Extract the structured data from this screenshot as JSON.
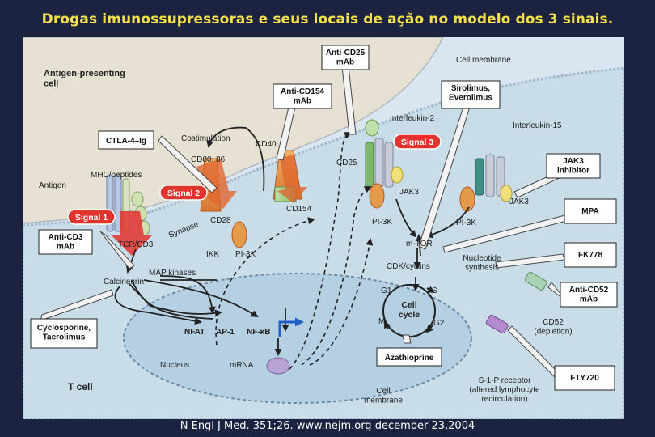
{
  "title": "Drogas imunossupressoras e seus locais de ação no modelo dos 3 sinais.",
  "citation": "N Engl J Med. 351;26. www.nejm.org december 23,2004",
  "colors": {
    "background": "#1c2340",
    "title": "#f4e04a",
    "apc": "#e6e1d2",
    "tcell": "#c9dde9",
    "nucleus": "#b6d0e3",
    "signal": "#e2342e",
    "arrow": "#222222",
    "transcription_arrow": "#1f5fc4"
  },
  "labels": {
    "apc": "Antigen-presenting cell",
    "cell_membrane_top": "Cell membrane",
    "costimulation": "Costimulation",
    "cd40": "CD40",
    "cd80_86": "CD80, 86",
    "mhc": "MHC/peptides",
    "antigen": "Antigen",
    "synapse": "Synapse",
    "cd28": "CD28",
    "tcr_cd3": "TCR/CD3",
    "ikk": "IKK",
    "pi3k_1": "PI-3K",
    "map_kinases": "MAP kinases",
    "calcineurin": "Calcineurin",
    "nfat": "NFAT",
    "ap1": "AP-1",
    "nfkb": "NF-κB",
    "nucleus": "Nucleus",
    "mrna": "mRNA",
    "tcell": "T cell",
    "cd154": "CD154",
    "cd25": "CD25",
    "interleukin2": "Interleukin-2",
    "interleukin15": "Interleukin-15",
    "jak3_1": "JAK3",
    "jak3_2": "JAK3",
    "pi3k_2": "PI-3K",
    "pi3k_3": "PI-3K",
    "mtor": "m-TOR",
    "cdk": "CDK/cyclins",
    "nucleotide": "Nucleotide synthesis",
    "g1": "G1",
    "s": "S",
    "g2": "G2",
    "m": "M",
    "cell_cycle": "Cell cycle",
    "cd52": "CD52 (depletion)",
    "s1p": "S-1-P receptor (altered lymphocyte recirculation)",
    "cell_membrane_bottom": "Cell membrane"
  },
  "signals": {
    "signal1": "Signal 1",
    "signal2": "Signal 2",
    "signal3": "Signal 3"
  },
  "drugs": {
    "anti_cd25": "Anti-CD25 mAb",
    "anti_cd154": "Anti-CD154 mAb",
    "sirolimus": "Sirolimus, Everolimus",
    "ctla4": "CTLA-4–Ig",
    "jak3_inhibitor": "JAK3 inhibitor",
    "mpa": "MPA",
    "anti_cd3": "Anti-CD3 mAb",
    "fk778": "FK778",
    "anti_cd52": "Anti-CD52 mAb",
    "cyclosporine": "Cyclosporine, Tacrolimus",
    "azathioprine": "Azathioprine",
    "fty720": "FTY720"
  }
}
